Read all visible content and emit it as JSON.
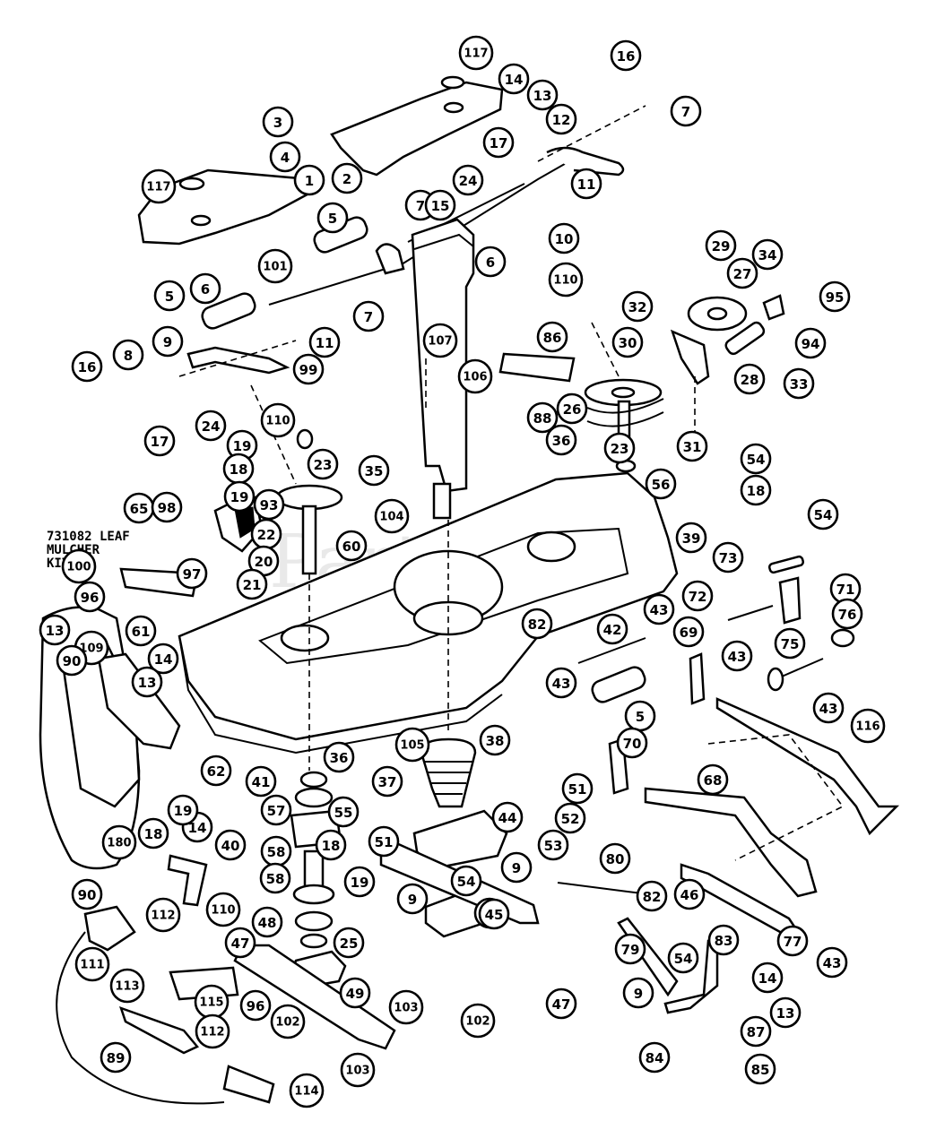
{
  "kit_label_lines": [
    "731082 LEAF",
    "MULCHER",
    "KIT"
  ],
  "watermark": "PartsTree",
  "callouts": [
    "117",
    "16",
    "14",
    "13",
    "12",
    "7",
    "3",
    "4",
    "1",
    "2",
    "117",
    "17",
    "24",
    "11",
    "10",
    "7",
    "5",
    "6",
    "101",
    "15",
    "5",
    "6",
    "7",
    "9",
    "11",
    "99",
    "16",
    "8",
    "17",
    "24",
    "110",
    "29",
    "27",
    "34",
    "95",
    "32",
    "94",
    "30",
    "28",
    "33",
    "107",
    "106",
    "86",
    "26",
    "23",
    "110",
    "88",
    "36",
    "19",
    "35",
    "56",
    "31",
    "54",
    "18",
    "23",
    "18",
    "19",
    "93",
    "65",
    "98",
    "22",
    "20",
    "97",
    "21",
    "104",
    "60",
    "39",
    "54",
    "73",
    "71",
    "72",
    "76",
    "100",
    "96",
    "82",
    "61",
    "42",
    "43",
    "43",
    "75",
    "13",
    "109",
    "90",
    "14",
    "13",
    "69",
    "43",
    "43",
    "5",
    "116",
    "38",
    "62",
    "105",
    "70",
    "41",
    "36",
    "37",
    "68",
    "51",
    "57",
    "55",
    "52",
    "44",
    "14",
    "19",
    "18",
    "58",
    "18",
    "51",
    "53",
    "40",
    "19",
    "9",
    "80",
    "9",
    "57",
    "180",
    "58",
    "54",
    "46",
    "82",
    "90",
    "112",
    "110",
    "48",
    "25",
    "45",
    "77",
    "43",
    "47",
    "79",
    "54",
    "83",
    "14",
    "111",
    "49",
    "113",
    "115",
    "96",
    "47",
    "9",
    "13",
    "87",
    "103",
    "102",
    "112",
    "102",
    "103",
    "84",
    "85",
    "89",
    "114"
  ]
}
